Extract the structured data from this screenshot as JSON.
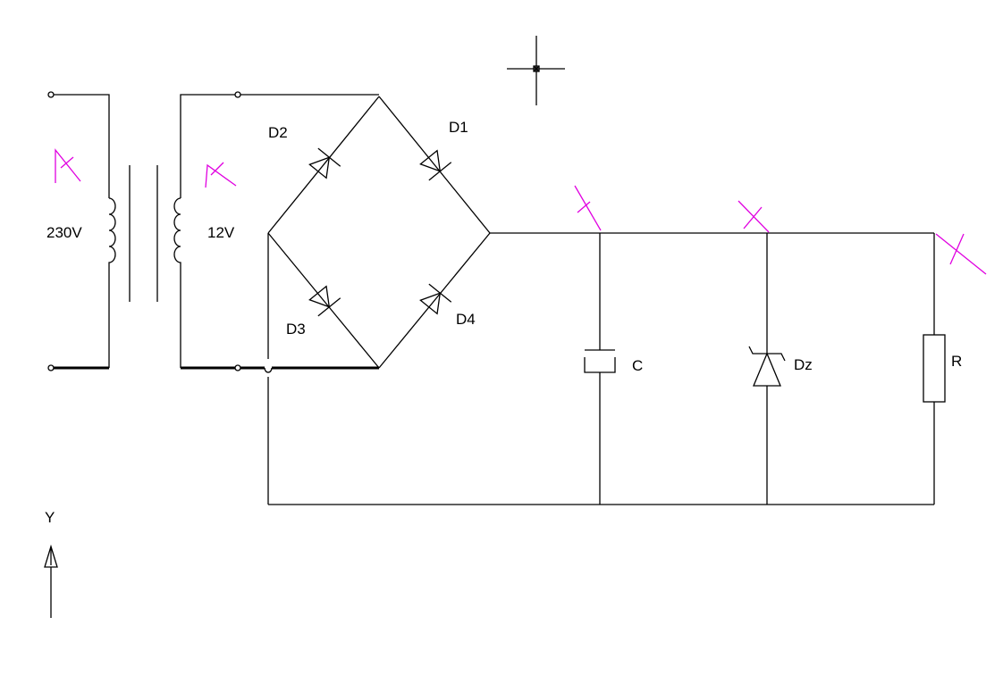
{
  "diagram": {
    "labels": {
      "primary_voltage": "230V",
      "secondary_voltage": "12V",
      "d1": "D1",
      "d2": "D2",
      "d3": "D3",
      "d4": "D4",
      "capacitor": "C",
      "zener": "Dz",
      "resistor": "R",
      "ucs_y": "Y"
    },
    "colors": {
      "wire": "#000000",
      "marker": "#e000e0",
      "background": "#ffffff"
    }
  }
}
